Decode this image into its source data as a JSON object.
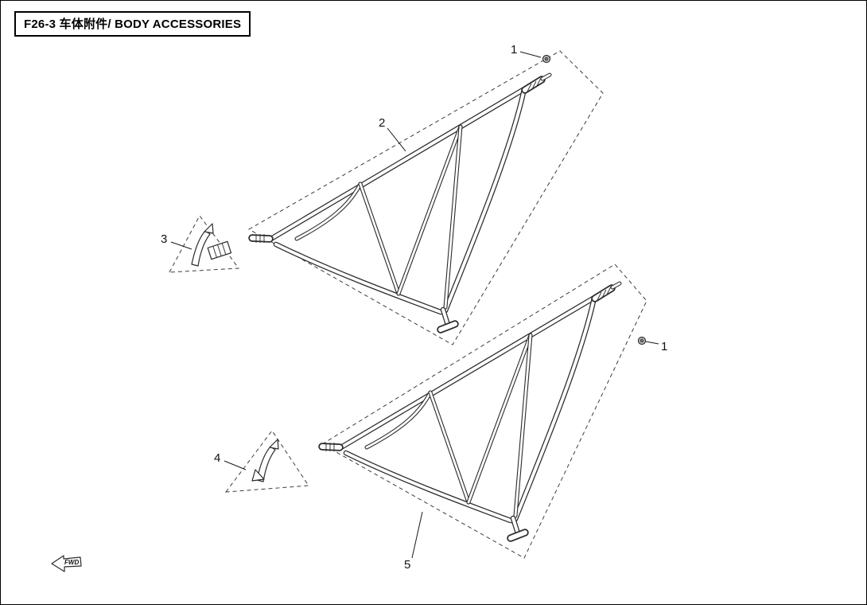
{
  "title_block": {
    "text": "F26-3 车体附件/ BODY ACCESSORIES"
  },
  "callouts": {
    "bolt_top": "1",
    "net_upper": "2",
    "bracket_upper": "3",
    "bracket_lower": "4",
    "bolt_right": "1",
    "net_lower": "5"
  },
  "direction_indicator": {
    "label": "FWD"
  }
}
